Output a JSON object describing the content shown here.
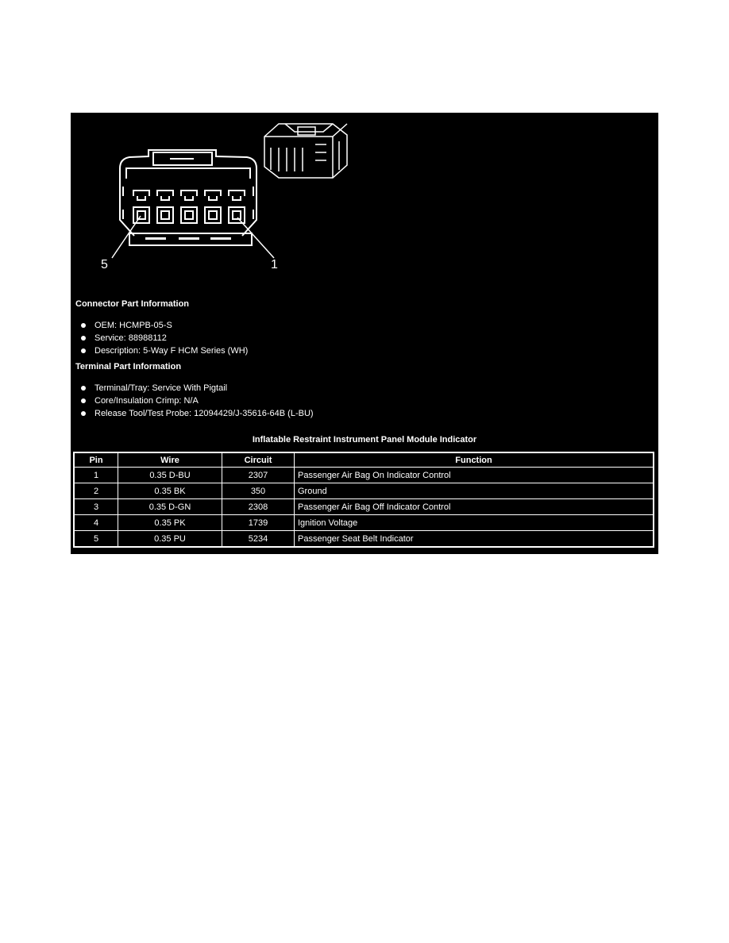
{
  "connector_info": {
    "heading": "Connector Part Information",
    "items": [
      "OEM: HCMPB-05-S",
      "Service: 88988112",
      "Description: 5-Way F HCM Series (WH)"
    ]
  },
  "terminal_info": {
    "heading": "Terminal Part Information",
    "items": [
      "Terminal/Tray: Service With Pigtail",
      "Core/Insulation Crimp: N/A",
      "Release Tool/Test Probe: 12094429/J-35616-64B (L-BU)"
    ]
  },
  "diagram": {
    "pin_left_label": "5",
    "pin_right_label": "1"
  },
  "table": {
    "title": "Inflatable Restraint Instrument Panel Module Indicator",
    "headers": [
      "Pin",
      "Wire",
      "Circuit",
      "Function"
    ],
    "rows": [
      [
        "1",
        "0.35 D-BU",
        "2307",
        "Passenger Air Bag On Indicator Control"
      ],
      [
        "2",
        "0.35 BK",
        "350",
        "Ground"
      ],
      [
        "3",
        "0.35 D-GN",
        "2308",
        "Passenger Air Bag Off Indicator Control"
      ],
      [
        "4",
        "0.35 PK",
        "1739",
        "Ignition Voltage"
      ],
      [
        "5",
        "0.35 PU",
        "5234",
        "Passenger Seat Belt Indicator"
      ]
    ]
  }
}
